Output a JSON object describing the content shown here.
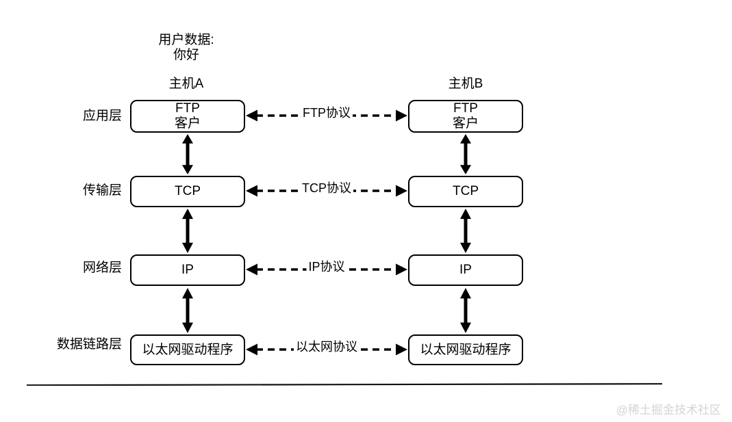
{
  "header": {
    "user_data": "用户数据:\n你好",
    "host_a": "主机A",
    "host_b": "主机B"
  },
  "layers": [
    {
      "layer_label": "应用层",
      "box_a": "FTP\n客户",
      "box_b": "FTP\n客户",
      "protocol": "FTP协议"
    },
    {
      "layer_label": "传输层",
      "box_a": "TCP",
      "box_b": "TCP",
      "protocol": "TCP协议"
    },
    {
      "layer_label": "网络层",
      "box_a": "IP",
      "box_b": "IP",
      "protocol": "IP协议"
    },
    {
      "layer_label": "数据链路层",
      "box_a": "以太网驱动程序",
      "box_b": "以太网驱动程序",
      "protocol": "以太网协议"
    }
  ],
  "footer": {
    "watermark": "@稀土掘金技术社区"
  },
  "colors": {
    "ink": "#000000",
    "background": "#ffffff",
    "watermark": "#d4d4d4"
  }
}
